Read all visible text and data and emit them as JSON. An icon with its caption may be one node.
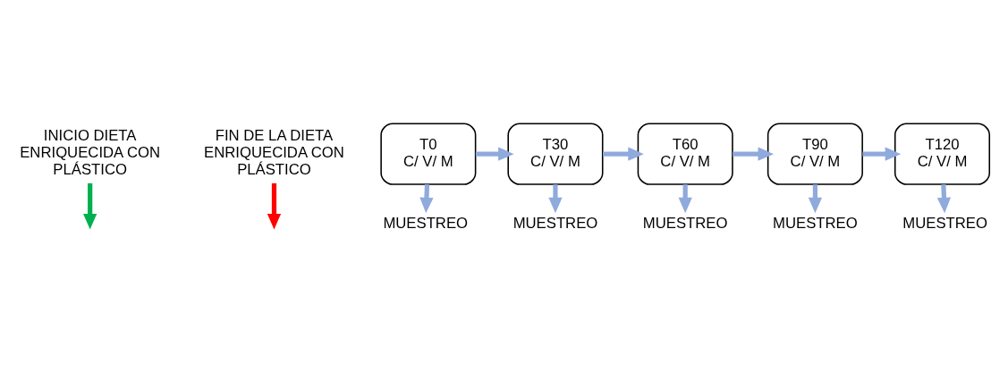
{
  "diagram": {
    "nodes": [
      {
        "text": [
          "INICIO DIETA ENRIQUECIDA CON PLÁSTICO"
        ]
      },
      {
        "text": [
          "FIN DE LA DIETA ENRIQUECIDA CON PLÁSTICO"
        ]
      },
      {
        "text": [
          "T0",
          "C/ V/ M"
        ]
      },
      {
        "text": [
          "T30",
          "C/ V/ M"
        ]
      },
      {
        "text": [
          "T60",
          "C/ V/ M"
        ]
      },
      {
        "text": [
          "T90",
          "C/ V/ M"
        ]
      },
      {
        "text": [
          "T120",
          "C/ V/ M"
        ]
      },
      {
        "text": [
          "MUESTREO"
        ]
      },
      {
        "text": [
          "MUESTREO"
        ]
      },
      {
        "text": [
          "MUESTREO"
        ]
      },
      {
        "text": [
          "MUESTREO"
        ]
      },
      {
        "text": [
          "MUESTREO"
        ]
      }
    ],
    "edges": [
      {
        "from": 0,
        "to": null,
        "arrow": "to",
        "color": "#00b050"
      },
      {
        "from": 1,
        "to": null,
        "arrow": "to",
        "color": "#ff0000"
      },
      {
        "from": 2,
        "to": 3,
        "arrow": "to"
      },
      {
        "from": 2,
        "to": 7,
        "arrow": "to"
      },
      {
        "from": 3,
        "to": 4,
        "arrow": "to"
      },
      {
        "from": 3,
        "to": 8,
        "arrow": "to"
      },
      {
        "from": 4,
        "to": 5,
        "arrow": "to"
      },
      {
        "from": 4,
        "to": 9,
        "arrow": "to"
      },
      {
        "from": 5,
        "to": 6,
        "arrow": "to"
      },
      {
        "from": 5,
        "to": 10,
        "arrow": "to"
      },
      {
        "from": 6,
        "to": 11,
        "arrow": "to"
      }
    ]
  }
}
